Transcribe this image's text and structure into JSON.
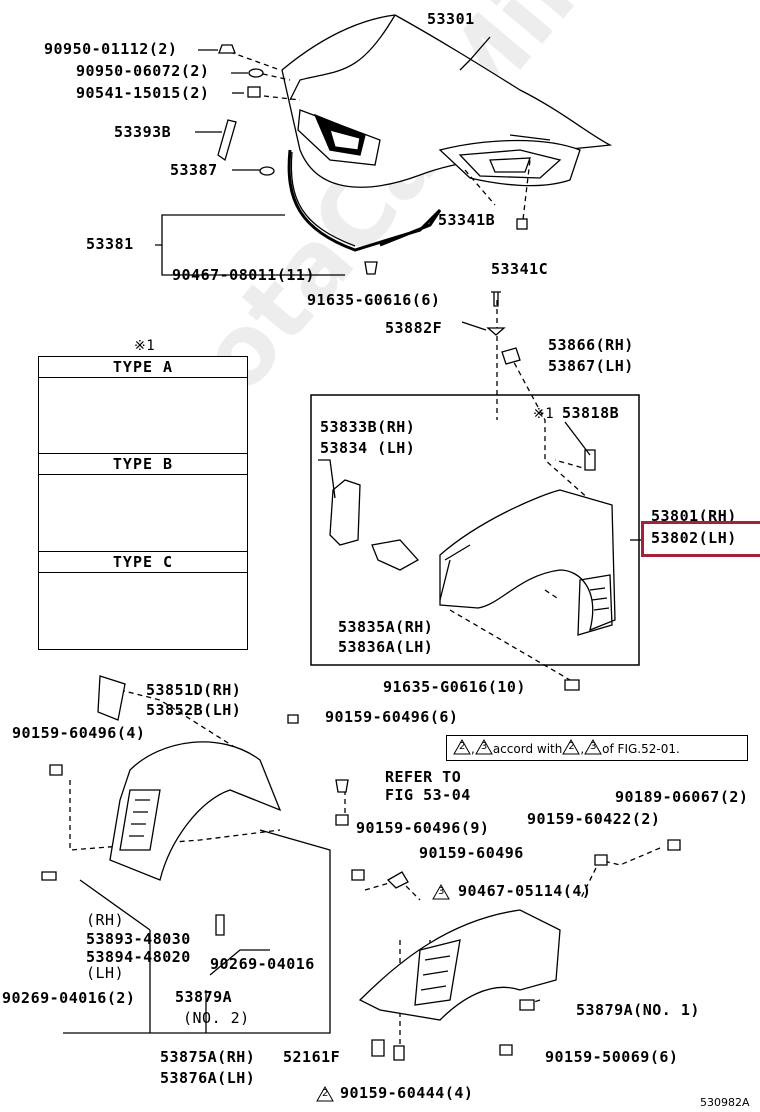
{
  "watermark": "ToyotaCarMine.ru",
  "figure_code": "530982A",
  "top_parts": {
    "hood": "53301",
    "bumper_a": "90950-01112(2)",
    "bumper_b": "90950-06072(2)",
    "bumper_c": "90541-15015(2)",
    "support_rod": "53393B",
    "rod_clip": "53387",
    "seal": "53381",
    "seal_clip": "90467-08011(11)",
    "insulator": "53341B",
    "insulator_clip": "53341C",
    "screw_top": "91635-G0616(6)",
    "seal_fender": "53882F",
    "bracket_rh": "53866(RH)",
    "bracket_lh": "53867(LH)"
  },
  "type_box": {
    "marker": "※1",
    "type_a": "TYPE A",
    "type_b": "TYPE B",
    "type_c": "TYPE C"
  },
  "fender_box": {
    "brace_rh": "53833B(RH)",
    "brace_lh": "53834 (LH)",
    "marker": "※1",
    "protector": "53818B",
    "fender_rh": "53801(RH)",
    "fender_lh": "53802(LH)",
    "stay_rh": "53835A(RH)",
    "stay_lh": "53836A(LH)"
  },
  "bottom_parts": {
    "screw_mid": "91635-G0616(10)",
    "seal_rh": "53851D(RH)",
    "seal_lh": "53852B(LH)",
    "screw_96": "90159-60496(6)",
    "screw_left": "90159-60496(4)",
    "refer_1": "REFER TO",
    "refer_2": "FIG 53-04",
    "screw_9": "90159-60496(9)",
    "screw_r": "90159-60496",
    "screw_422": "90159-60422(2)",
    "clip_067": "90189-06067(2)",
    "clip_114": "90467-05114(4)",
    "rh_tag": "(RH)",
    "part_893": "53893-48030",
    "part_894": "53894-48020",
    "lh_tag": "(LH)",
    "clip_016": "90269-04016",
    "clip_016b": "90269-04016(2)",
    "liner_a": "53879A",
    "liner_a_no": "(NO. 2)",
    "liner_a1": "53879A(NO. 1)",
    "screw_069": "90159-50069(6)",
    "liner_rh": "53875A(RH)",
    "liner_lh": "53876A(LH)",
    "clip_161": "52161F",
    "screw_444": "90159-60444(4)"
  },
  "accord_note": {
    "n2": "2",
    "n3": "3",
    "text_a": "accord with",
    "text_b": "of FIG.52-01."
  }
}
